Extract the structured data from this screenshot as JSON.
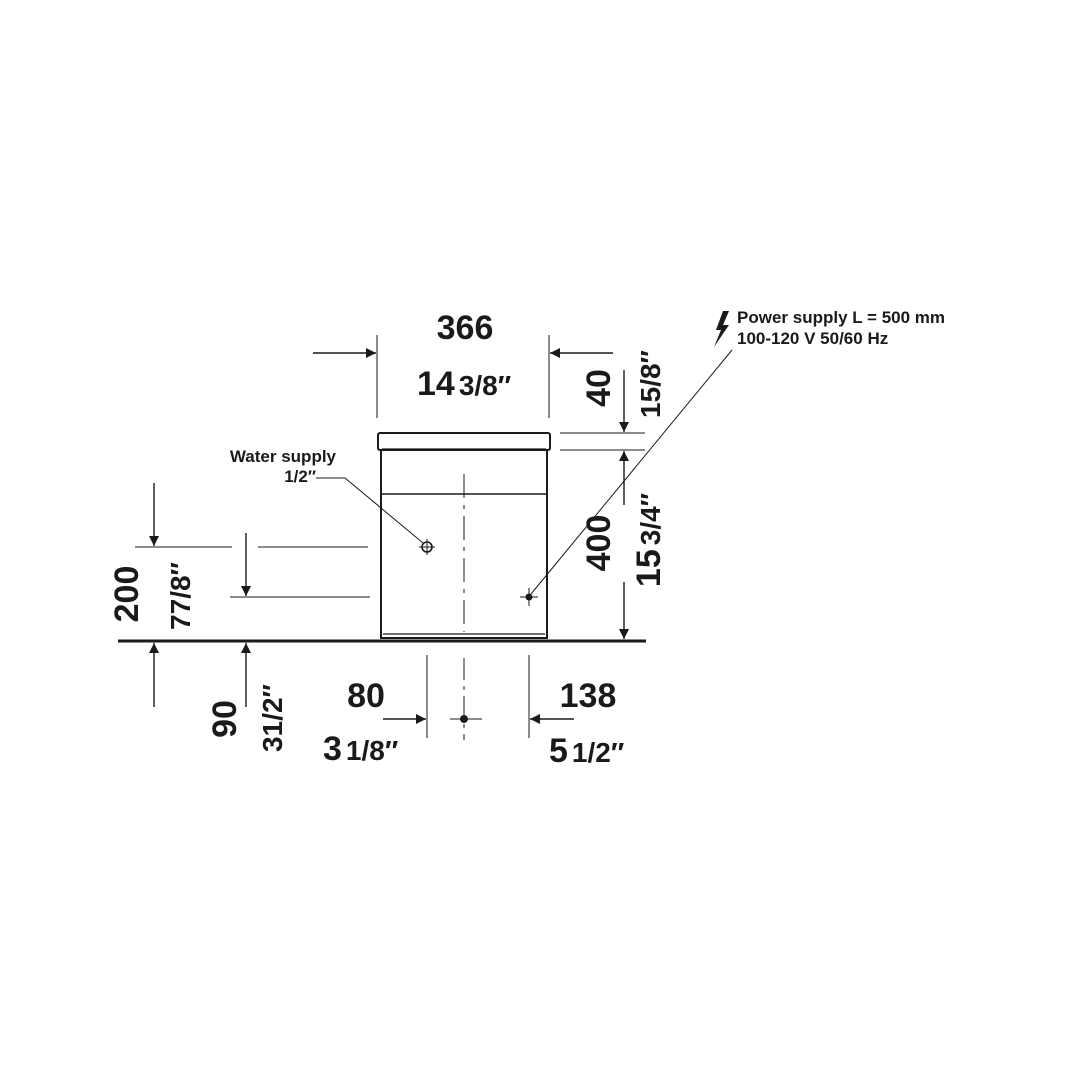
{
  "dimensions": {
    "width_mm": "366",
    "width_in_whole": "14",
    "width_in_frac": "3/8″",
    "lid_mm": "40",
    "lid_in": "15/8″",
    "height_mm": "400",
    "height_in_whole": "15",
    "height_in_frac": "3/4″",
    "water_height_mm": "200",
    "water_height_in": "77/8″",
    "floor_mm": "90",
    "floor_in": "31/2″",
    "water_offset_mm": "80",
    "water_offset_in_whole": "3",
    "water_offset_in_frac": "1/8″",
    "power_offset_mm": "138",
    "power_offset_in_whole": "5",
    "power_offset_in_frac": "1/2″"
  },
  "labels": {
    "water_supply": "Water supply",
    "water_supply_size": "1/2″",
    "power_supply_line1": "Power supply L = 500 mm",
    "power_supply_line2": "100-120 V  50/60 Hz"
  },
  "icons": {
    "power": "lightning-bolt-icon"
  },
  "colors": {
    "ink": "#1a1a1a",
    "background": "#ffffff"
  }
}
